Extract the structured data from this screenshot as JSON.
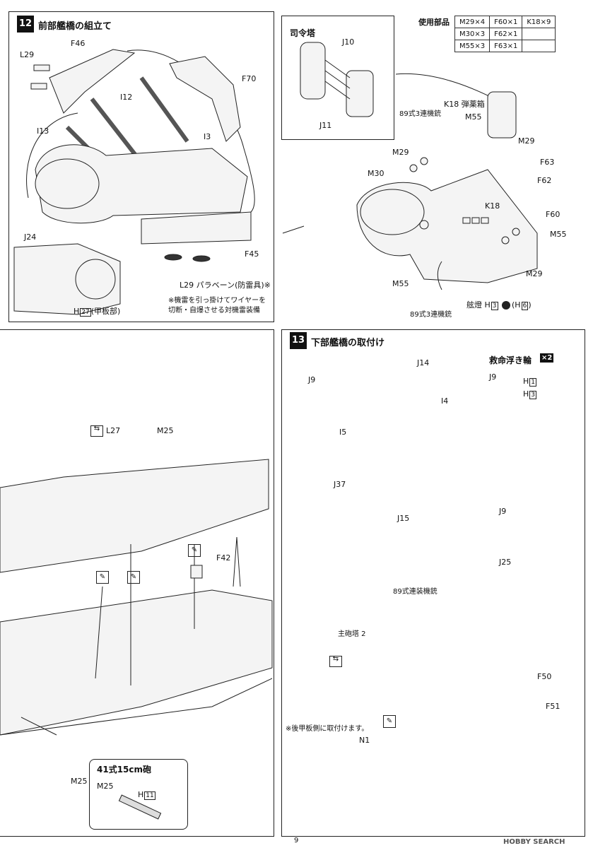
{
  "step12": {
    "number": "12",
    "title": "前部艦橋の組立て",
    "labels": {
      "f46": "F46",
      "l29_top": "L29",
      "i12": "I12",
      "i13": "I13",
      "i3": "I3",
      "f70": "F70",
      "j24": "J24",
      "f45": "F45",
      "l29_note": "L29 パラベーン(防雷具)※",
      "h27_prefix": "H",
      "h27_box": "27",
      "h27_suffix": "(甲板部)",
      "note_line1": "※機雷を引っ掛けてワイヤーを",
      "note_line2": "切断・自爆させる対機雷装備"
    }
  },
  "command_tower": {
    "title": "司令塔",
    "j10": "J10",
    "j11": "J11"
  },
  "parts_used": {
    "heading": "使用部品",
    "rows": [
      [
        "M29×4",
        "F60×1",
        "K18×9"
      ],
      [
        "M30×3",
        "F62×1",
        ""
      ],
      [
        "M55×3",
        "F63×1",
        ""
      ]
    ]
  },
  "bridge_detail": {
    "k18_ammo": "K18 弾薬箱",
    "mg_top": "89式3連機銃",
    "m55_a": "M55",
    "m29_a": "M29",
    "m29_b": "M29",
    "m30": "M30",
    "f63": "F63",
    "f62": "F62",
    "k18": "K18",
    "f60": "F60",
    "m55_b": "M55",
    "m55_c": "M55",
    "m29_c": "M29",
    "mg_bottom": "89式3連機銃",
    "lamp_prefix": "舷燈 H",
    "lamp_box": "3",
    "lamp_paren_open": "(H",
    "lamp_box2": "6",
    "lamp_paren_close": ")"
  },
  "hull_section": {
    "l27": "L27",
    "m25": "M25",
    "f42": "F42",
    "m25_bottom": "M25",
    "gun_box": {
      "title": "41式15cm砲",
      "m25": "M25",
      "h_prefix": "H",
      "h_box": "11"
    }
  },
  "step13": {
    "number": "13",
    "title": "下部艦橋の取付け",
    "labels": {
      "j9_top": "J9",
      "j14": "J14",
      "i4": "I4",
      "i5": "I5",
      "j37": "J37",
      "j15": "J15",
      "j9_bottom": "J9"
    },
    "lifering": {
      "title": "救命浮き輪",
      "count": "×2",
      "j9": "J9",
      "h1_prefix": "H",
      "h1_box": "1",
      "h3_prefix": "H",
      "h3_box": "3"
    }
  },
  "lower_section": {
    "j25": "J25",
    "mg_label": "89式連装機銃",
    "turret": "主砲塔 2",
    "f50": "F50",
    "f51": "F51",
    "note": "※後甲板側に取付けます。",
    "n1": "N1"
  },
  "footer": {
    "page_number": "9",
    "watermark": "HOBBY SEARCH"
  }
}
